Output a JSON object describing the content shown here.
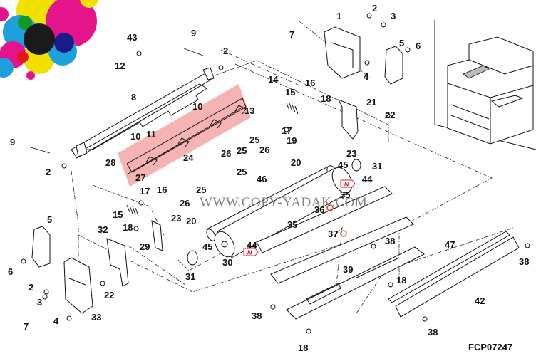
{
  "figure": {
    "id_label": "FCP07247",
    "watermark": "WWW.COPY-YADAK.COM",
    "highlight_color": "#f4a6a6",
    "accent_red": "#e0202a",
    "logo_colors": [
      "#f2e000",
      "#e6148c",
      "#1ea0dc",
      "#1a1a1a",
      "#1b1b8c",
      "#e01818",
      "#119a2a"
    ],
    "inset_caption": "copier-overview",
    "new_part_badge": "N"
  },
  "callouts": [
    {
      "id": "c1",
      "label": "1"
    },
    {
      "id": "c2a",
      "label": "2"
    },
    {
      "id": "c3a",
      "label": "3"
    },
    {
      "id": "c4a",
      "label": "4"
    },
    {
      "id": "c5a",
      "label": "5"
    },
    {
      "id": "c6a",
      "label": "6"
    },
    {
      "id": "c7a",
      "label": "7"
    },
    {
      "id": "c43",
      "label": "43"
    },
    {
      "id": "c12",
      "label": "12"
    },
    {
      "id": "c9a",
      "label": "9"
    },
    {
      "id": "c2b",
      "label": "2"
    },
    {
      "id": "c8",
      "label": "8"
    },
    {
      "id": "c14",
      "label": "14"
    },
    {
      "id": "c15a",
      "label": "15"
    },
    {
      "id": "c16a",
      "label": "16"
    },
    {
      "id": "c18a",
      "label": "18"
    },
    {
      "id": "c21",
      "label": "21"
    },
    {
      "id": "c22a",
      "label": "22"
    },
    {
      "id": "c10a",
      "label": "10"
    },
    {
      "id": "c13",
      "label": "13"
    },
    {
      "id": "c17a",
      "label": "17"
    },
    {
      "id": "c19",
      "label": "19"
    },
    {
      "id": "c10b",
      "label": "10"
    },
    {
      "id": "c11",
      "label": "11"
    },
    {
      "id": "c25a",
      "label": "25"
    },
    {
      "id": "c26a",
      "label": "26"
    },
    {
      "id": "c9b",
      "label": "9"
    },
    {
      "id": "c24",
      "label": "24"
    },
    {
      "id": "c26b",
      "label": "26"
    },
    {
      "id": "c25b",
      "label": "25"
    },
    {
      "id": "c20a",
      "label": "20"
    },
    {
      "id": "c23a",
      "label": "23"
    },
    {
      "id": "c2c",
      "label": "2"
    },
    {
      "id": "c28",
      "label": "28"
    },
    {
      "id": "c27",
      "label": "27"
    },
    {
      "id": "c25c",
      "label": "25"
    },
    {
      "id": "c45a",
      "label": "45"
    },
    {
      "id": "c31a",
      "label": "31"
    },
    {
      "id": "c46",
      "label": "46"
    },
    {
      "id": "c44a",
      "label": "44"
    },
    {
      "id": "c17b",
      "label": "17"
    },
    {
      "id": "c16b",
      "label": "16"
    },
    {
      "id": "c25d",
      "label": "25"
    },
    {
      "id": "c26c",
      "label": "26"
    },
    {
      "id": "c35a",
      "label": "35"
    },
    {
      "id": "c36",
      "label": "36"
    },
    {
      "id": "c15b",
      "label": "15"
    },
    {
      "id": "c23b",
      "label": "23"
    },
    {
      "id": "c5b",
      "label": "5"
    },
    {
      "id": "c32",
      "label": "32"
    },
    {
      "id": "c18b",
      "label": "18"
    },
    {
      "id": "c20b",
      "label": "20"
    },
    {
      "id": "c35b",
      "label": "35"
    },
    {
      "id": "c37",
      "label": "37"
    },
    {
      "id": "c29",
      "label": "29"
    },
    {
      "id": "c45b",
      "label": "45"
    },
    {
      "id": "c44b",
      "label": "44"
    },
    {
      "id": "c30",
      "label": "30"
    },
    {
      "id": "c38a",
      "label": "38"
    },
    {
      "id": "c47",
      "label": "47"
    },
    {
      "id": "c38b",
      "label": "38"
    },
    {
      "id": "c6b",
      "label": "6"
    },
    {
      "id": "c31b",
      "label": "31"
    },
    {
      "id": "c39",
      "label": "39"
    },
    {
      "id": "c18c",
      "label": "18"
    },
    {
      "id": "c22b",
      "label": "22"
    },
    {
      "id": "c2d",
      "label": "2"
    },
    {
      "id": "c3b",
      "label": "3"
    },
    {
      "id": "c42",
      "label": "42"
    },
    {
      "id": "c33",
      "label": "33"
    },
    {
      "id": "c7b",
      "label": "7"
    },
    {
      "id": "c4b",
      "label": "4"
    },
    {
      "id": "c38c",
      "label": "38"
    },
    {
      "id": "c38d",
      "label": "38"
    },
    {
      "id": "c18d",
      "label": "18"
    }
  ]
}
